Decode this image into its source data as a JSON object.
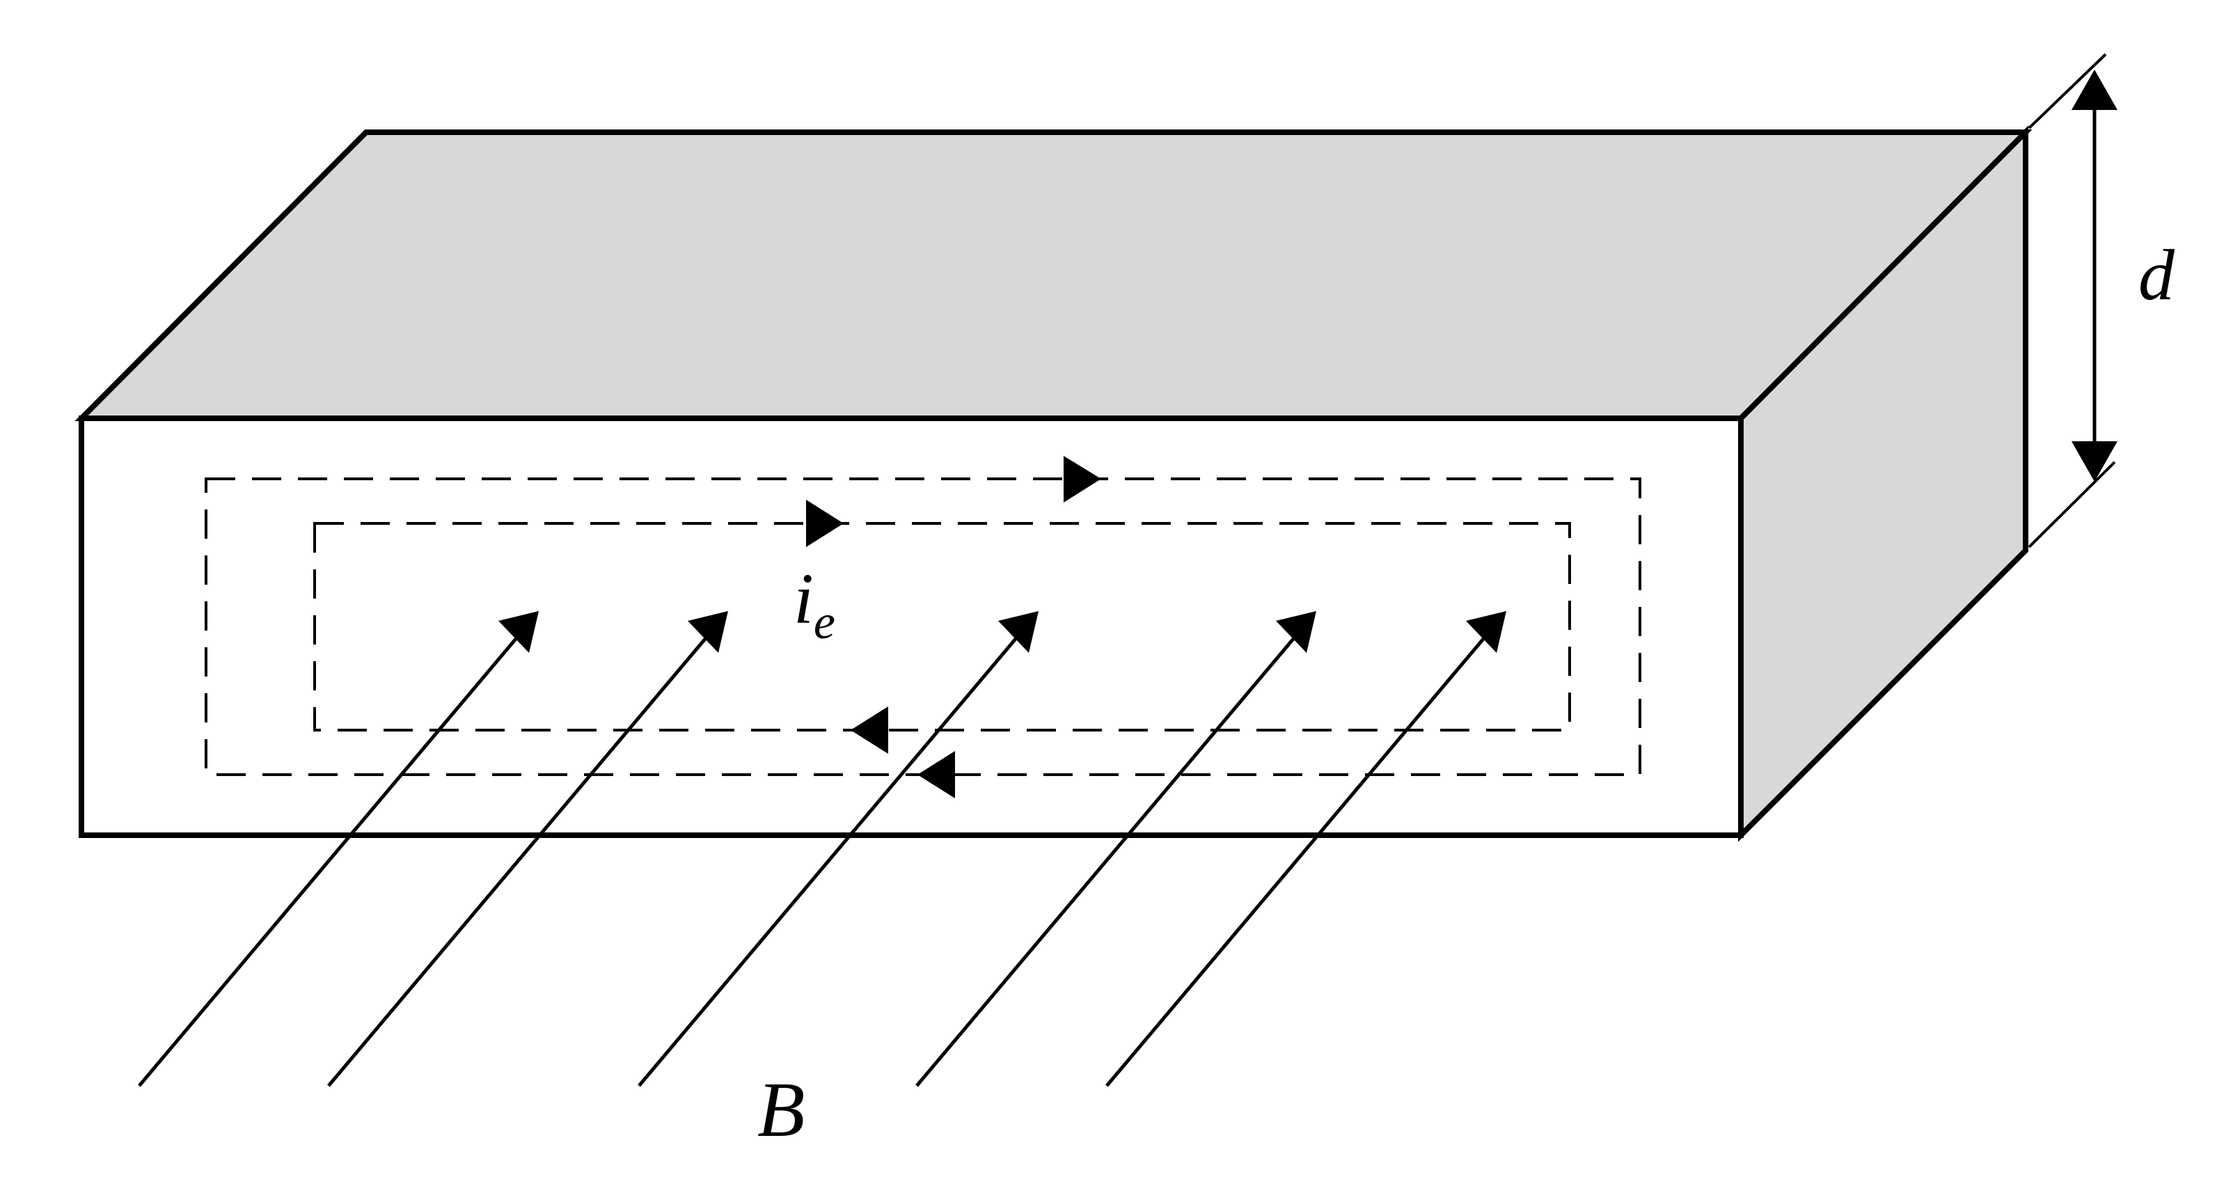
{
  "labels": {
    "thickness": "d",
    "eddy_current_main": "i",
    "eddy_current_sub": "e",
    "magnetic_field": "B"
  },
  "colors": {
    "face_shade": "#d8d8d8",
    "line": "#000000",
    "background": "#ffffff"
  }
}
